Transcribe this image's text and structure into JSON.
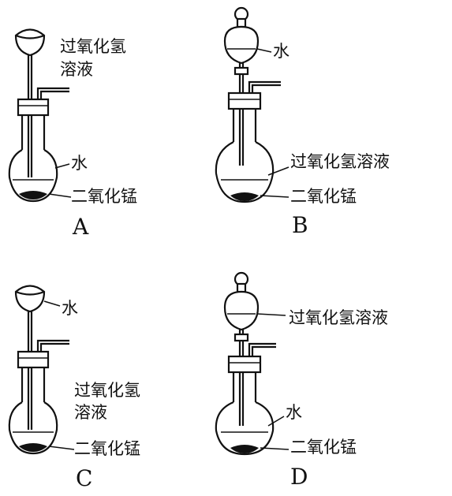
{
  "panels": [
    {
      "letter": "A",
      "funnel_label": [
        "过氧化氢",
        "溶液"
      ],
      "flask_label": "水",
      "bottom_label": "二氧化锰"
    },
    {
      "letter": "B",
      "funnel_label": [
        "水"
      ],
      "flask_label": "过氧化氢溶液",
      "bottom_label": "二氧化锰"
    },
    {
      "letter": "C",
      "funnel_label": [
        "水"
      ],
      "flask_label": "过氧化氢 溶液",
      "flask_label_lines": [
        "过氧化氢",
        "溶液"
      ],
      "bottom_label": "二氧化锰"
    },
    {
      "letter": "D",
      "funnel_label": [
        "过氧化氢溶液"
      ],
      "flask_label": "水",
      "bottom_label": "二氧化锰"
    }
  ]
}
